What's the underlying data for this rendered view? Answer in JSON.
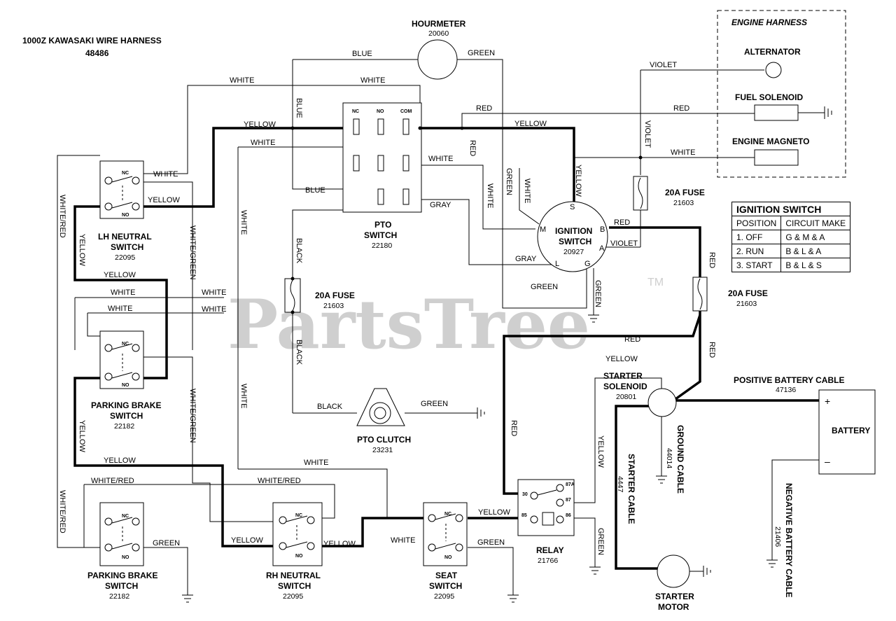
{
  "title": {
    "line1": "1000Z KAWASAKI WIRE HARNESS",
    "line2": "48486"
  },
  "watermark": {
    "text": "PartsTree",
    "tm": "TM"
  },
  "engine_harness": {
    "title": "ENGINE HARNESS",
    "alternator": "ALTERNATOR",
    "fuel_solenoid": "FUEL SOLENOID",
    "engine_magneto": "ENGINE MAGNETO"
  },
  "components": {
    "hourmeter": {
      "name": "HOURMETER",
      "part": "20060"
    },
    "pto_switch": {
      "name1": "PTO",
      "name2": "SWITCH",
      "part": "22180",
      "nc": "NC",
      "no": "NO",
      "com": "COM"
    },
    "ignition_switch": {
      "name1": "IGNITION",
      "name2": "SWITCH",
      "part": "20927",
      "m": "M",
      "s": "S",
      "b": "B",
      "a": "A",
      "l": "L",
      "g": "G"
    },
    "fuse_top": {
      "name": "20A FUSE",
      "part": "21603"
    },
    "fuse_left": {
      "name": "20A FUSE",
      "part": "21603"
    },
    "fuse_right": {
      "name": "20A FUSE",
      "part": "21603"
    },
    "lh_neutral": {
      "name1": "LH NEUTRAL",
      "name2": "SWITCH",
      "part": "22095"
    },
    "parking_brake_1": {
      "name1": "PARKING BRAKE",
      "name2": "SWITCH",
      "part": "22182"
    },
    "parking_brake_2": {
      "name1": "PARKING BRAKE",
      "name2": "SWITCH",
      "part": "22182"
    },
    "rh_neutral": {
      "name1": "RH NEUTRAL",
      "name2": "SWITCH",
      "part": "22095"
    },
    "seat_switch": {
      "name1": "SEAT",
      "name2": "SWITCH",
      "part": "22095"
    },
    "pto_clutch": {
      "name": "PTO CLUTCH",
      "part": "23231"
    },
    "relay": {
      "name": "RELAY",
      "part": "21766",
      "p30": "30",
      "p87a": "87A",
      "p87": "87",
      "p85": "85",
      "p86": "86"
    },
    "starter_solenoid": {
      "name1": "STARTER",
      "name2": "SOLENOID",
      "part": "20801"
    },
    "starter_motor": {
      "name1": "STARTER",
      "name2": "MOTOR"
    },
    "battery": {
      "name": "BATTERY",
      "plus": "+",
      "minus": "–"
    },
    "positive_cable": {
      "name": "POSITIVE BATTERY CABLE",
      "part": "47136"
    },
    "negative_cable": {
      "name": "NEGATIVE BATTERY CABLE",
      "part": "21406"
    },
    "ground_cable": {
      "name": "GROUND CABLE",
      "part": "44014"
    },
    "starter_cable": {
      "name": "STARTER CABLE",
      "part": "4447"
    },
    "switch_nc": "NC",
    "switch_no": "NO"
  },
  "wire_colors": {
    "white": "WHITE",
    "yellow": "YELLOW",
    "blue": "BLUE",
    "green": "GREEN",
    "red": "RED",
    "violet": "VIOLET",
    "gray": "GRAY",
    "black": "BLACK",
    "white_red": "WHITE/RED",
    "white_green": "WHITE/GREEN"
  },
  "ignition_table": {
    "title": "IGNITION SWITCH",
    "headers": [
      "POSITION",
      "CIRCUIT MAKE"
    ],
    "rows": [
      [
        "1. OFF",
        "G & M & A"
      ],
      [
        "2. RUN",
        "B & L & A"
      ],
      [
        "3. START",
        "B & L & S"
      ]
    ]
  }
}
